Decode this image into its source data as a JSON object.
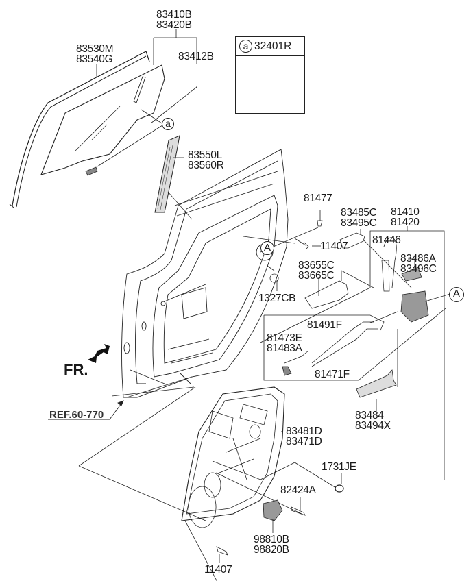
{
  "diagram": {
    "title": "Rear Door Window Regulator & Latch Assembly",
    "parts": {
      "glass_pair": [
        "83410B",
        "83420B"
      ],
      "glass_sub": "83412B",
      "run_channel": [
        "83530M",
        "83540G"
      ],
      "legend_ref": "a",
      "legend_code": "32401R",
      "delta_mould": [
        "83550L",
        "83560R"
      ],
      "bolt_81477": "81477",
      "bolt_11407_top": "11407",
      "bracket": [
        "83485C",
        "83495C"
      ],
      "latch_assy": [
        "81410",
        "81420"
      ],
      "cable_81446": "81446",
      "cover": [
        "83486A",
        "83496C"
      ],
      "handle_bracket": [
        "83655C",
        "83665C"
      ],
      "nut_1327CB": "1327CB",
      "cable_81491F": "81491F",
      "rod_clip": [
        "81473E",
        "81483A"
      ],
      "cable_81471F": "81471F",
      "latch_cover": [
        "83484",
        "83494X"
      ],
      "regulator": [
        "83481D",
        "83471D"
      ],
      "grommet": "1731JE",
      "screw_82424A": "82424A",
      "motor": [
        "98810B",
        "98820B"
      ],
      "bolt_11407_bottom": "11407"
    },
    "callouts": {
      "a_glass": "a",
      "A_door": "A",
      "A_latch": "A"
    },
    "front_indicator": "FR.",
    "reference": "REF.60-770"
  }
}
